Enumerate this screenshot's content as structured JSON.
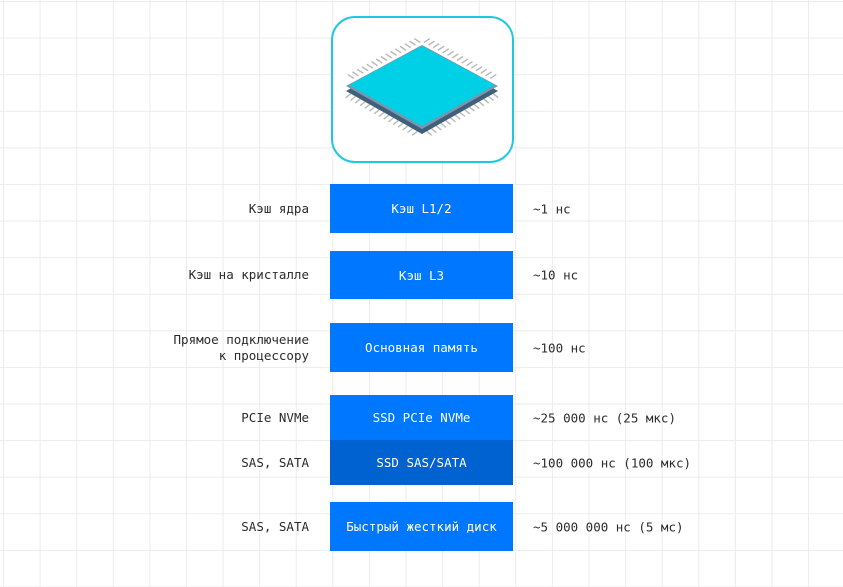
{
  "icon": "cpu-chip-icon",
  "colors": {
    "bar": "#0077ff",
    "bar_dark": "#0062d1",
    "chip": "#00d0e6",
    "frame": "#1ec8e0"
  },
  "rows": [
    {
      "source": "Кэш ядра",
      "source2": "",
      "tier": "Кэш L1/2",
      "latency": "~1 нс"
    },
    {
      "source": "Кэш на кристалле",
      "source2": "",
      "tier": "Кэш L3",
      "latency": "~10 нс"
    },
    {
      "source": "Прямое подключение",
      "source2": "к процессору",
      "tier": "Основная память",
      "latency": "~100 нс"
    },
    {
      "source": "PCIe NVMe",
      "source2": "",
      "tier": "SSD PCIe NVMe",
      "latency": "~25 000 нс (25 мкс)"
    },
    {
      "source": "SAS, SATA",
      "source2": "",
      "tier": "SSD SAS/SATA",
      "latency": "~100 000 нс (100 мкс)"
    },
    {
      "source": "SAS, SATA",
      "source2": "",
      "tier": "Быстрый жесткий диск",
      "latency": "~5 000 000 нс (5 мс)"
    }
  ]
}
